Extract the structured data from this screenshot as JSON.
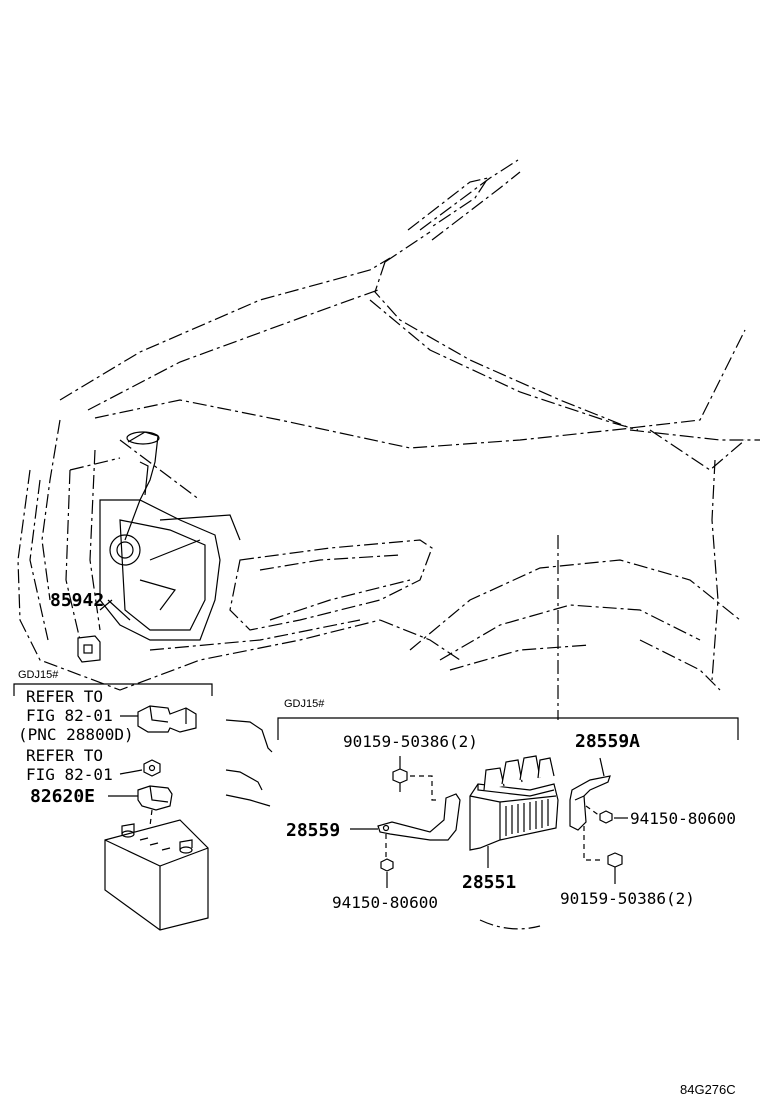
{
  "group_left": {
    "variant": "GDJ15#",
    "ref_1_line1": "REFER TO",
    "ref_1_line2": "FIG 82-01",
    "ref_1_line3": "(PNC 28800D)",
    "ref_2_line1": "REFER TO",
    "ref_2_line2": "FIG 82-01",
    "part_82620e": "82620E"
  },
  "group_right": {
    "variant": "GDJ15#",
    "part_28559a": "28559A",
    "part_28559": "28559",
    "part_28551": "28551",
    "bolt_top": "90159-50386(2)",
    "bolt_bottom": "90159-50386(2)",
    "washer_left": "94150-80600",
    "washer_right": "94150-80600"
  },
  "part_85942": "85942",
  "figure_code": "84G276C"
}
